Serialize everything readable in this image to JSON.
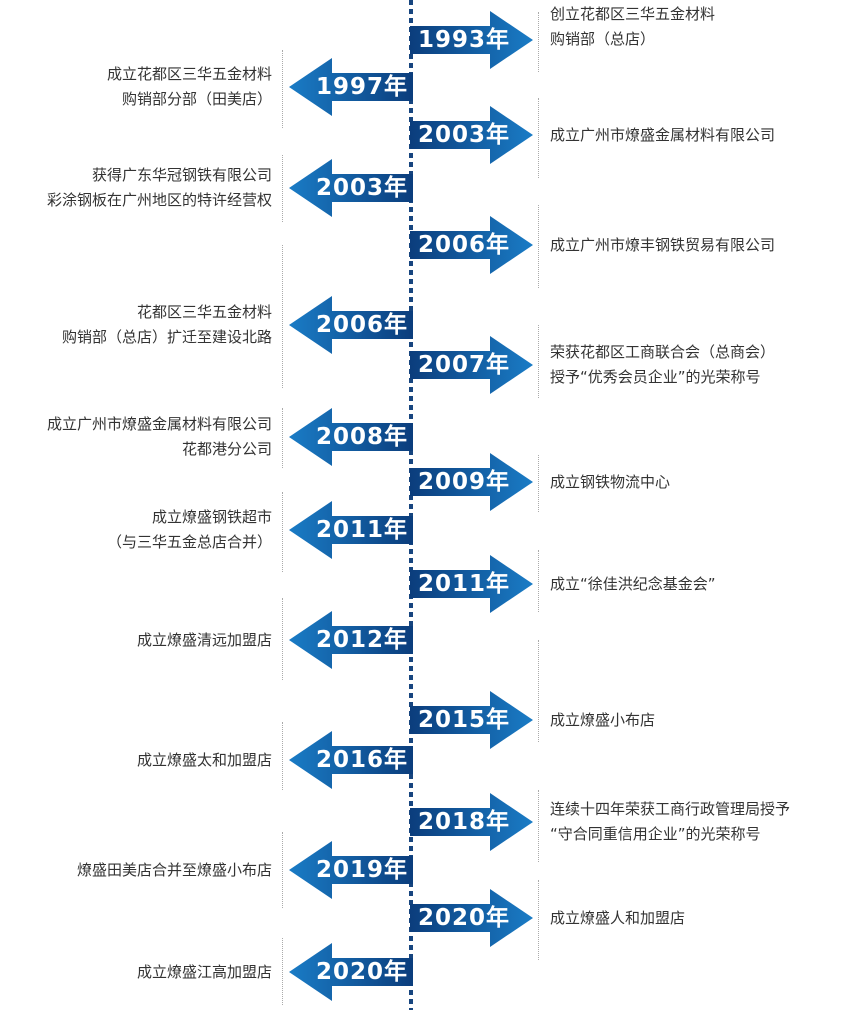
{
  "colors": {
    "arrow_dark": "#0b3d7c",
    "arrow_light": "#1a7cc6",
    "spine": "#17457f"
  },
  "events": [
    {
      "side": "right",
      "year": "1993年",
      "lines": [
        "创立花都区三华五金材料",
        "购销部（总店）"
      ]
    },
    {
      "side": "left",
      "year": "1997年",
      "lines": [
        "成立花都区三华五金材料",
        "购销部分部（田美店）"
      ]
    },
    {
      "side": "right",
      "year": "2003年",
      "lines": [
        "成立广州市燎盛金属材料有限公司"
      ]
    },
    {
      "side": "left",
      "year": "2003年",
      "lines": [
        "获得广东华冠钢铁有限公司",
        "彩涂钢板在广州地区的特许经营权"
      ]
    },
    {
      "side": "right",
      "year": "2006年",
      "lines": [
        "成立广州市燎丰钢铁贸易有限公司"
      ]
    },
    {
      "side": "left",
      "year": "2006年",
      "lines": [
        "花都区三华五金材料",
        "购销部（总店）扩迁至建设北路"
      ]
    },
    {
      "side": "right",
      "year": "2007年",
      "lines": [
        "荣获花都区工商联合会（总商会）",
        "授予“优秀会员企业”的光荣称号"
      ]
    },
    {
      "side": "left",
      "year": "2008年",
      "lines": [
        "成立广州市燎盛金属材料有限公司",
        "花都港分公司"
      ]
    },
    {
      "side": "right",
      "year": "2009年",
      "lines": [
        "成立钢铁物流中心"
      ]
    },
    {
      "side": "left",
      "year": "2011年",
      "lines": [
        "成立燎盛钢铁超市",
        "（与三华五金总店合并）"
      ]
    },
    {
      "side": "right",
      "year": "2011年",
      "lines": [
        "成立“徐佳洪纪念基金会”"
      ]
    },
    {
      "side": "left",
      "year": "2012年",
      "lines": [
        "成立燎盛清远加盟店"
      ]
    },
    {
      "side": "right",
      "year": "2015年",
      "lines": [
        "成立燎盛小布店"
      ]
    },
    {
      "side": "left",
      "year": "2016年",
      "lines": [
        "成立燎盛太和加盟店"
      ]
    },
    {
      "side": "right",
      "year": "2018年",
      "lines": [
        "连续十四年荣获工商行政管理局授予",
        "“守合同重信用企业”的光荣称号"
      ]
    },
    {
      "side": "left",
      "year": "2019年",
      "lines": [
        "燎盛田美店合并至燎盛小布店"
      ]
    },
    {
      "side": "right",
      "year": "2020年",
      "lines": [
        "成立燎盛人和加盟店"
      ]
    },
    {
      "side": "left",
      "year": "2020年",
      "lines": [
        "成立燎盛江高加盟店"
      ]
    }
  ]
}
